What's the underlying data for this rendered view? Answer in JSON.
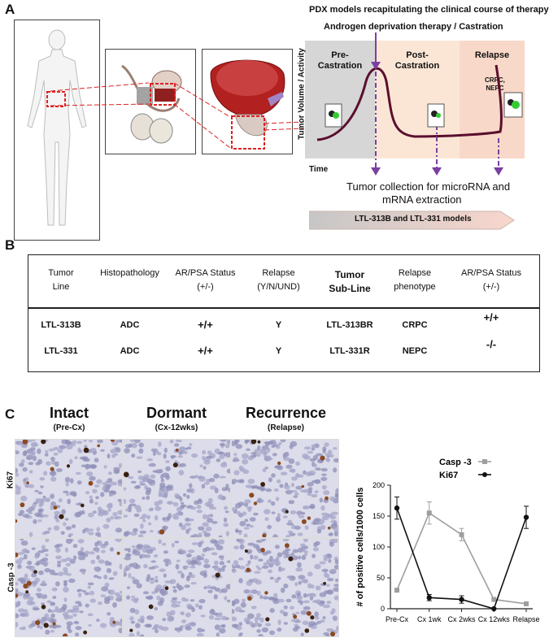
{
  "panelA": {
    "letter": "A",
    "pdx_title": "PDX models recapitulating  the clinical course of therapy",
    "adt_title": "Androgen deprivation therapy / Castration",
    "zones": [
      {
        "label": "Pre-\nCastration",
        "color": "#d6d6d6"
      },
      {
        "label": "Post-\nCastration",
        "color": "#fbe6d6"
      },
      {
        "label": "Relapse",
        "color": "#f8d8c8"
      }
    ],
    "relapse_sub": "CRPC,\nNEPC",
    "y_label": "Tumor Volume / Activity",
    "x_label": "Time",
    "collection_text_1": "Tumor collection for microRNA and",
    "collection_text_2": "mRNA extraction",
    "models_arrow": "LTL-313B and LTL-331 models",
    "curve_color": "#5a0f2e",
    "arrow_color": "#7b3fa0"
  },
  "panelB": {
    "letter": "B",
    "headers": [
      "Tumor\nLine",
      "Histopathology",
      "AR/PSA Status\n(+/-)",
      "Relapse\n(Y/N/UND)",
      "Tumor\nSub-Line",
      "Relapse\nphenotype",
      "AR/PSA Status\n(+/-)"
    ],
    "rows": [
      [
        "LTL-313B",
        "ADC",
        "+/+",
        "Y",
        "LTL-313BR",
        "CRPC",
        "+/+"
      ],
      [
        "LTL-331",
        "ADC",
        "+/+",
        "Y",
        "LTL-331R",
        "NEPC",
        "-/-"
      ]
    ]
  },
  "panelC": {
    "letter": "C",
    "conditions": [
      {
        "title": "Intact",
        "sub": "(Pre-Cx)"
      },
      {
        "title": "Dormant",
        "sub": "(Cx-12wks)"
      },
      {
        "title": "Recurrence",
        "sub": "(Relapse)"
      }
    ],
    "row_labels": [
      "Ki67",
      "Casp -3"
    ]
  },
  "chart_data": {
    "type": "line",
    "categories": [
      "Pre-Cx",
      "Cx 1wk",
      "Cx 2wks",
      "Cx 12wks",
      "Relapse"
    ],
    "ylabel": "# of positive cells/1000 cells",
    "ylim": [
      0,
      200
    ],
    "yticks": [
      "0",
      "50",
      "100",
      "150",
      "200"
    ],
    "legend_position": "top-right",
    "series": [
      {
        "name": "Casp -3",
        "color": "#9e9e9e",
        "marker": "square",
        "values": [
          30,
          155,
          120,
          15,
          8
        ],
        "errors": [
          0,
          18,
          10,
          0,
          0
        ]
      },
      {
        "name": "Ki67",
        "color": "#111111",
        "marker": "circle",
        "values": [
          163,
          18,
          15,
          0,
          148
        ],
        "errors": [
          18,
          5,
          6,
          0,
          18
        ]
      }
    ]
  }
}
